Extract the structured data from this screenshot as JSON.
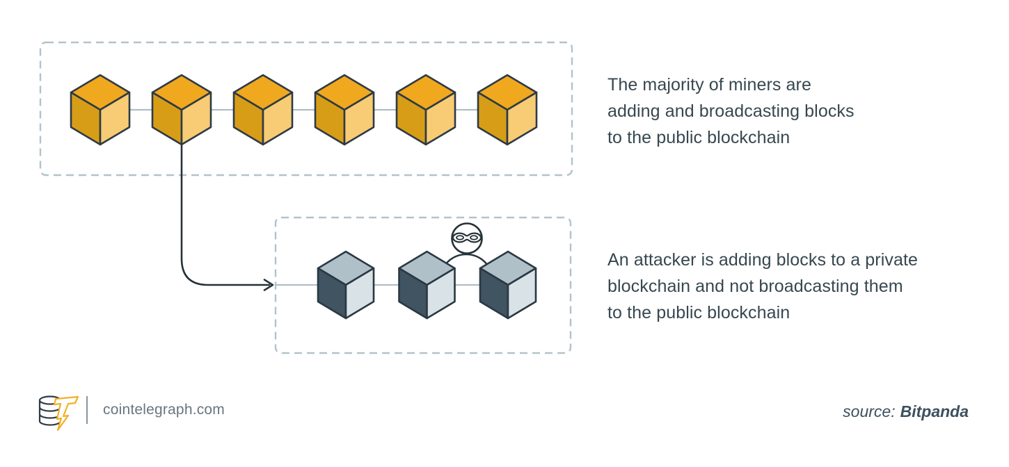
{
  "captions": {
    "public": "The majority of miners are\nadding and broadcasting blocks\nto the public blockchain",
    "private": "An attacker is adding blocks to a private\nblockchain and not broadcasting them\nto the public blockchain"
  },
  "footer": {
    "brand": "cointelegraph.com",
    "source_label": "source:",
    "source_name": "Bitpanda"
  },
  "icons": {
    "attacker": "masked-attacker-icon",
    "brand_logo": "coin-stack-lightning-icon"
  },
  "diagram": {
    "public_chain": {
      "name": "public blockchain",
      "block_count": 6,
      "colors": {
        "top": "#F0A81E",
        "left": "#D89D17",
        "right": "#F7CC74",
        "outline": "#2E3A45"
      }
    },
    "private_chain": {
      "name": "private blockchain",
      "block_count": 3,
      "colors": {
        "top": "#AFC0C9",
        "left": "#405461",
        "right": "#D9E2E7",
        "outline": "#2A3843"
      }
    },
    "style": {
      "dash_border": "#B3C2CB",
      "chain_line": "#B0BEC5",
      "arrow": "#263238",
      "caption_text": "#37474F",
      "brand_text": "#68767F",
      "accent_gold": "#F2B024"
    }
  }
}
